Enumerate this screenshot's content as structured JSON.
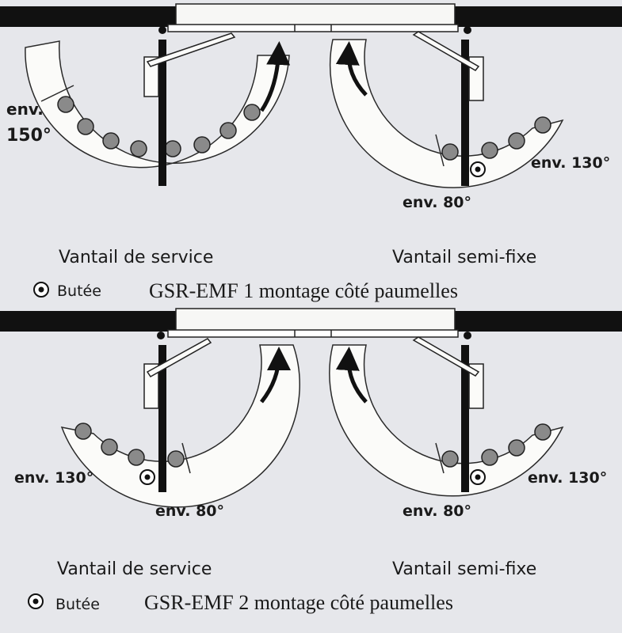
{
  "colors": {
    "background": "#e6e7eb",
    "wall": "#111111",
    "band_fill": "#fbfbf9",
    "band_stroke": "#2a2a2a",
    "dot_fill": "#8a8a8a"
  },
  "diagrams": [
    {
      "left_angle_label_line1": "env.",
      "left_angle_label_line2": "150°",
      "right_inner_label": "env. 80°",
      "right_outer_label": "env. 130°",
      "left_leaf_label": "Vantail de service",
      "right_leaf_label": "Vantail semi-fixe",
      "legend_label": "Butée",
      "caption": "GSR-EMF 1  montage côté paumelles"
    },
    {
      "left_outer_label": "env. 130°",
      "left_inner_label": "env. 80°",
      "right_inner_label": "env. 80°",
      "right_outer_label": "env. 130°",
      "left_leaf_label": "Vantail de service",
      "right_leaf_label": "Vantail semi-fixe",
      "legend_label": "Butée",
      "caption": "GSR-EMF 2 montage côté paumelles"
    }
  ]
}
